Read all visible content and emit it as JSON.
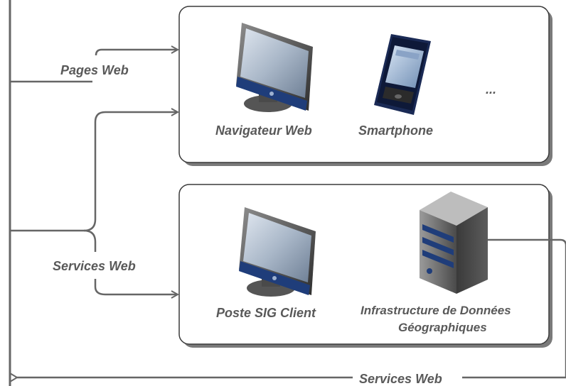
{
  "labels": {
    "pages_web": "Pages Web",
    "services_web_left": "Services Web",
    "services_web_bottom": "Services Web"
  },
  "top_box": {
    "navigateur": "Navigateur Web",
    "smartphone": "Smartphone",
    "ellipsis": "..."
  },
  "bottom_box": {
    "poste": "Poste SIG Client",
    "infra_line1": "Infrastructure de Données",
    "infra_line2": "Géographiques"
  },
  "icons": {
    "monitor": "monitor-icon",
    "smartphone": "smartphone-icon",
    "server": "server-icon"
  },
  "colors": {
    "line": "#666666",
    "box_border": "#3a3a3a",
    "text": "#595959",
    "screen_blue": "#1f3d7a"
  }
}
